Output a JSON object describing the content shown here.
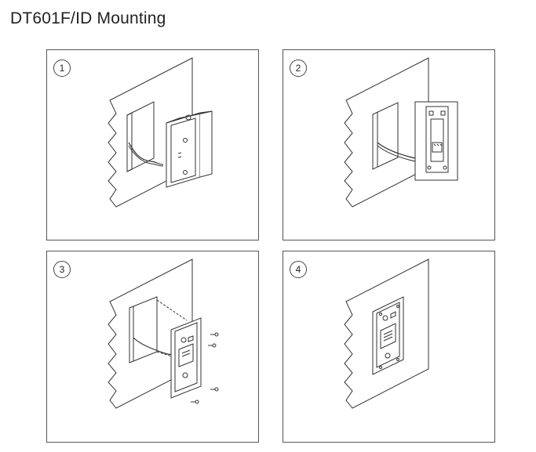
{
  "page": {
    "title": "DT601F/ID Mounting"
  },
  "steps": [
    {
      "number": "1"
    },
    {
      "number": "2"
    },
    {
      "number": "3"
    },
    {
      "number": "4"
    }
  ]
}
